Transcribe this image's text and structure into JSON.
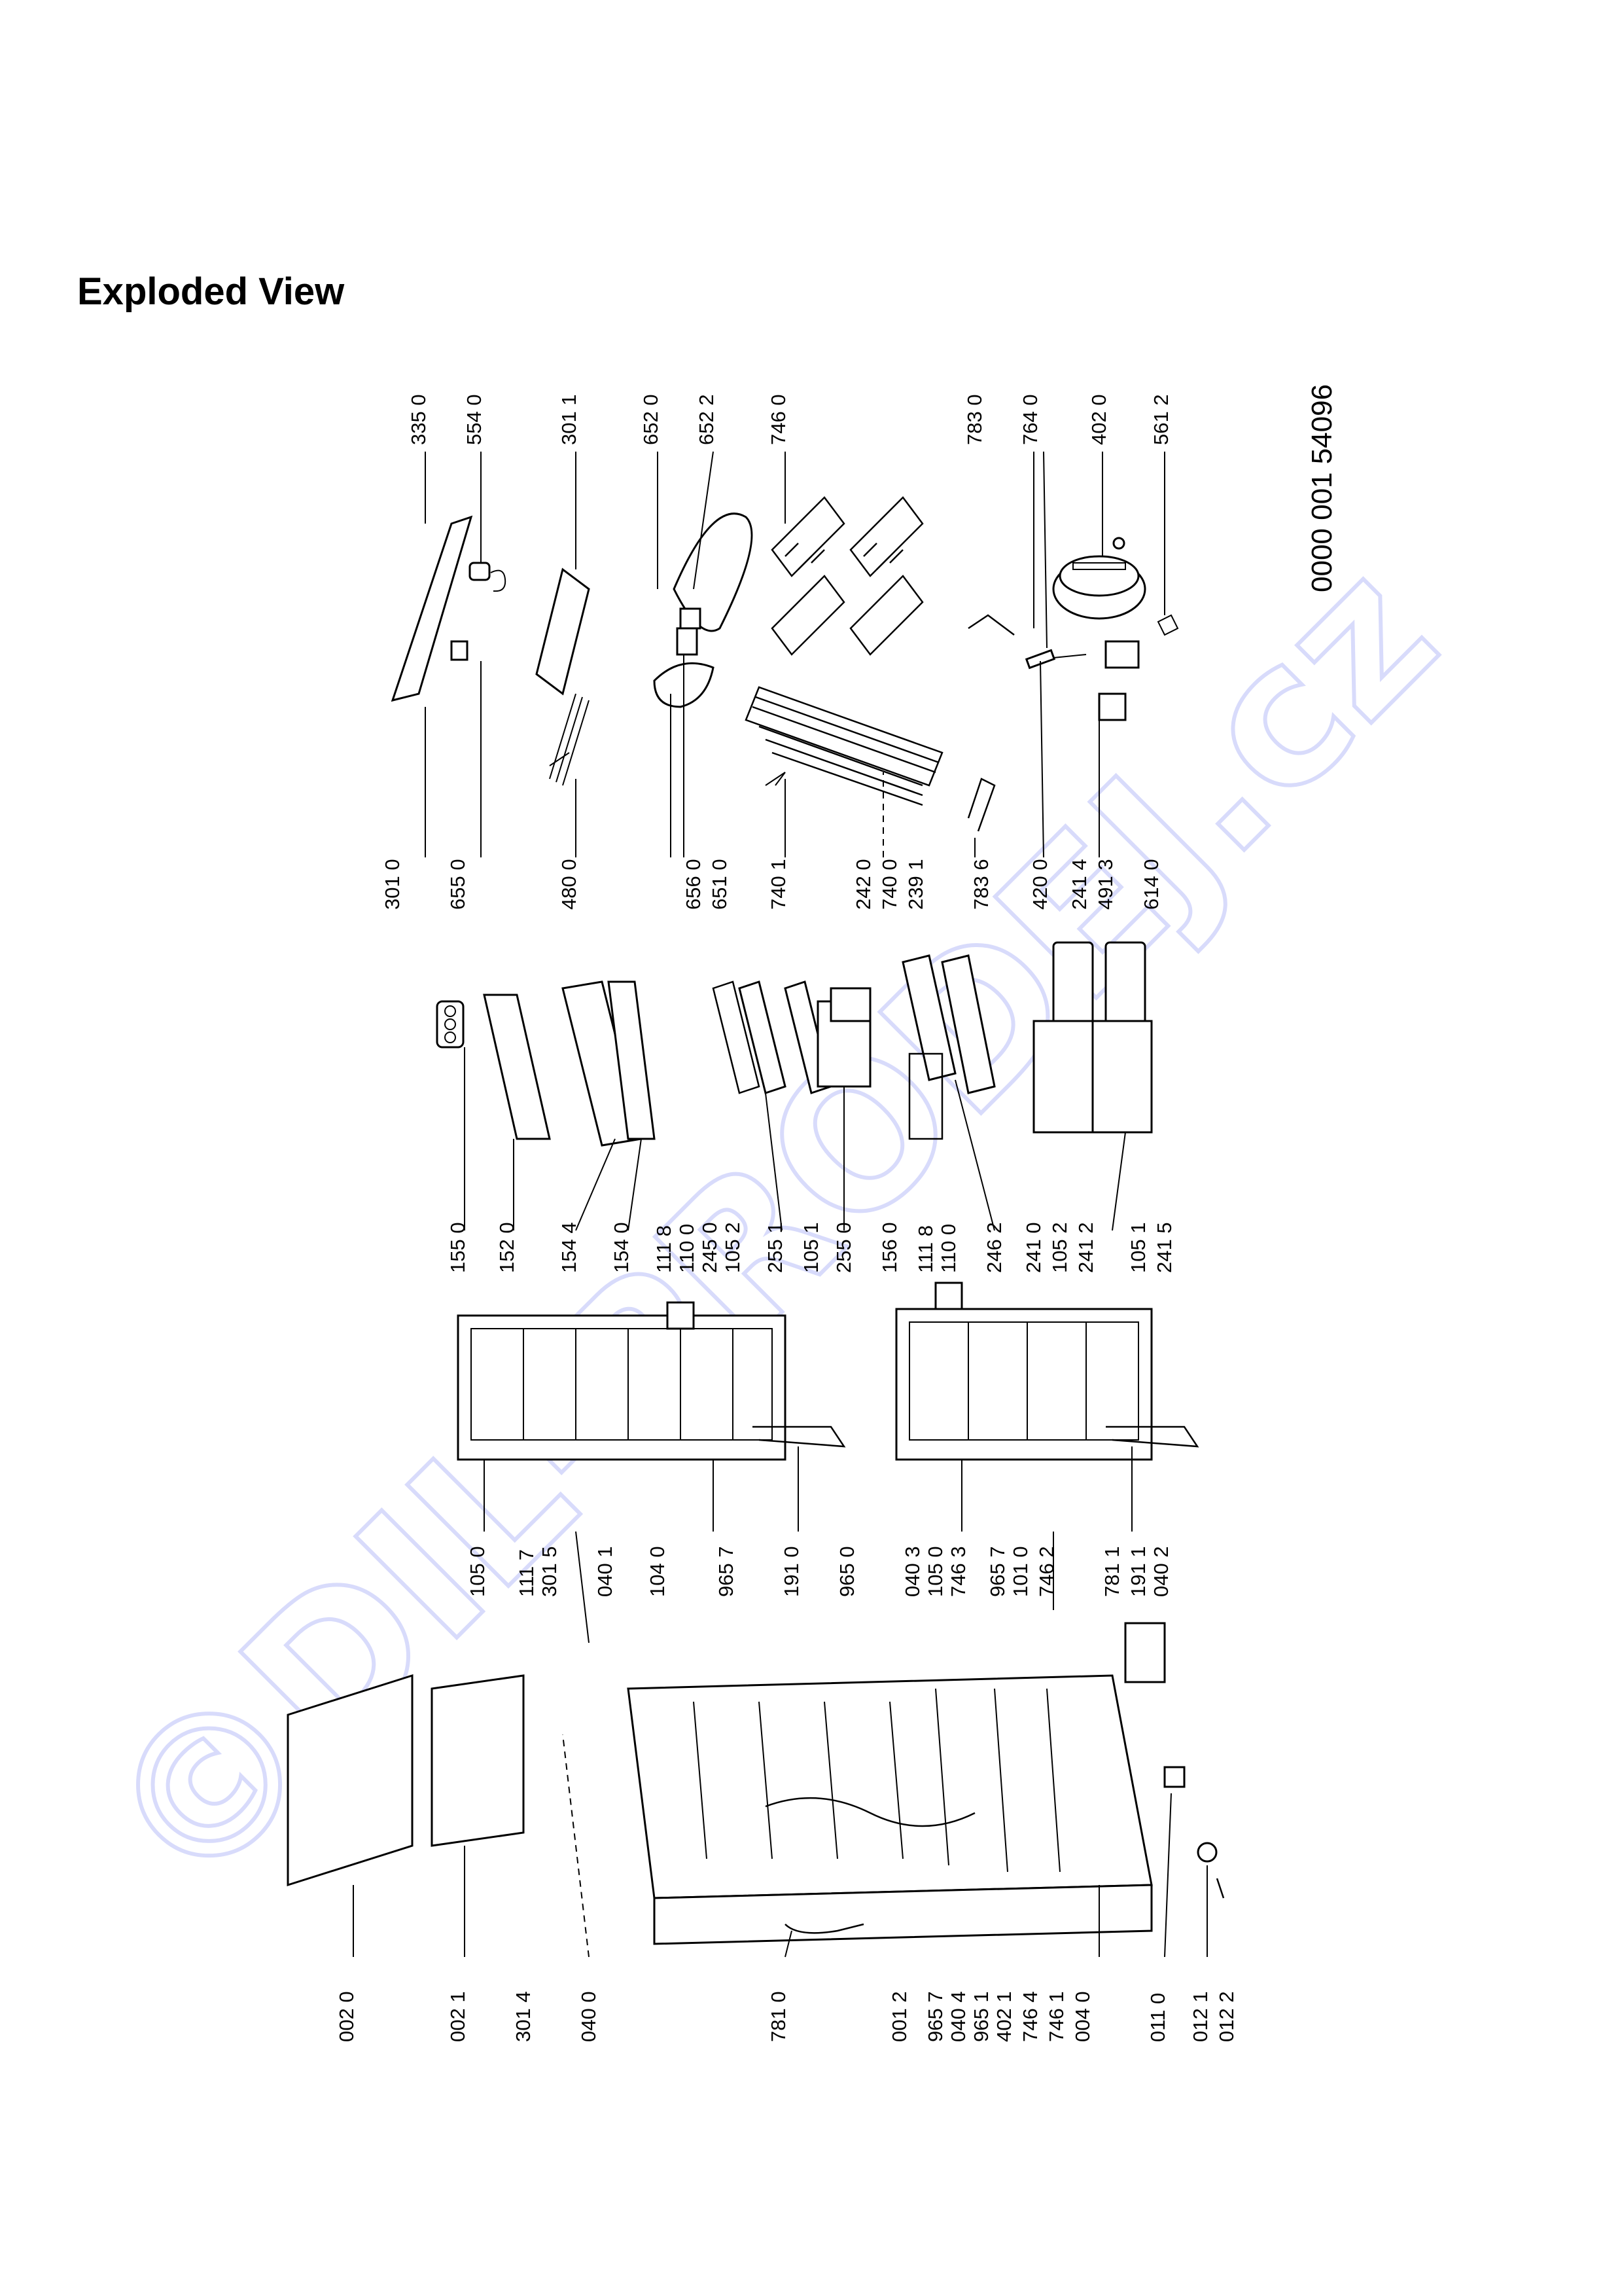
{
  "title": "Exploded View",
  "document_number": "0000 001 54096",
  "watermark": "©DIL-PRODEJ.cz",
  "part_labels": {
    "c1": [
      "335 0",
      "554 0",
      "301 1",
      "652 0",
      "652 2",
      "746 0",
      "783 0",
      "764 0",
      "402 0",
      "561 2"
    ],
    "c2": [
      "301 0",
      "655 0",
      "480 0",
      "656 0",
      "651 0",
      "740 1",
      "242 0",
      "740 0",
      "239 1",
      "783 6",
      "420 0",
      "241 4",
      "491 3",
      "614 0"
    ],
    "c3": [
      "155 0",
      "152 0",
      "154 4",
      "154 0",
      "111 8",
      "110 0",
      "245 0",
      "105 2",
      "255 1",
      "105 1",
      "255 0",
      "156 0",
      "111 8",
      "110 0",
      "246 2",
      "241 0",
      "105 2",
      "241 2",
      "105 1",
      "241 5"
    ],
    "c4": [
      "105 0",
      "111 7",
      "301 5",
      "040 1",
      "104 0",
      "965 7",
      "191 0",
      "965 0",
      "040 3",
      "105 0",
      "746 3",
      "965 7",
      "101 0",
      "746 2",
      "781 1",
      "191 1",
      "040 2"
    ],
    "c5": [
      "002 0",
      "002 1",
      "301 4",
      "040 0",
      "781 0",
      "001 2",
      "965 7",
      "040 4",
      "965 1",
      "402 1",
      "746 4",
      "746 1",
      "004 0",
      "011 0",
      "012 1",
      "012 2"
    ]
  }
}
